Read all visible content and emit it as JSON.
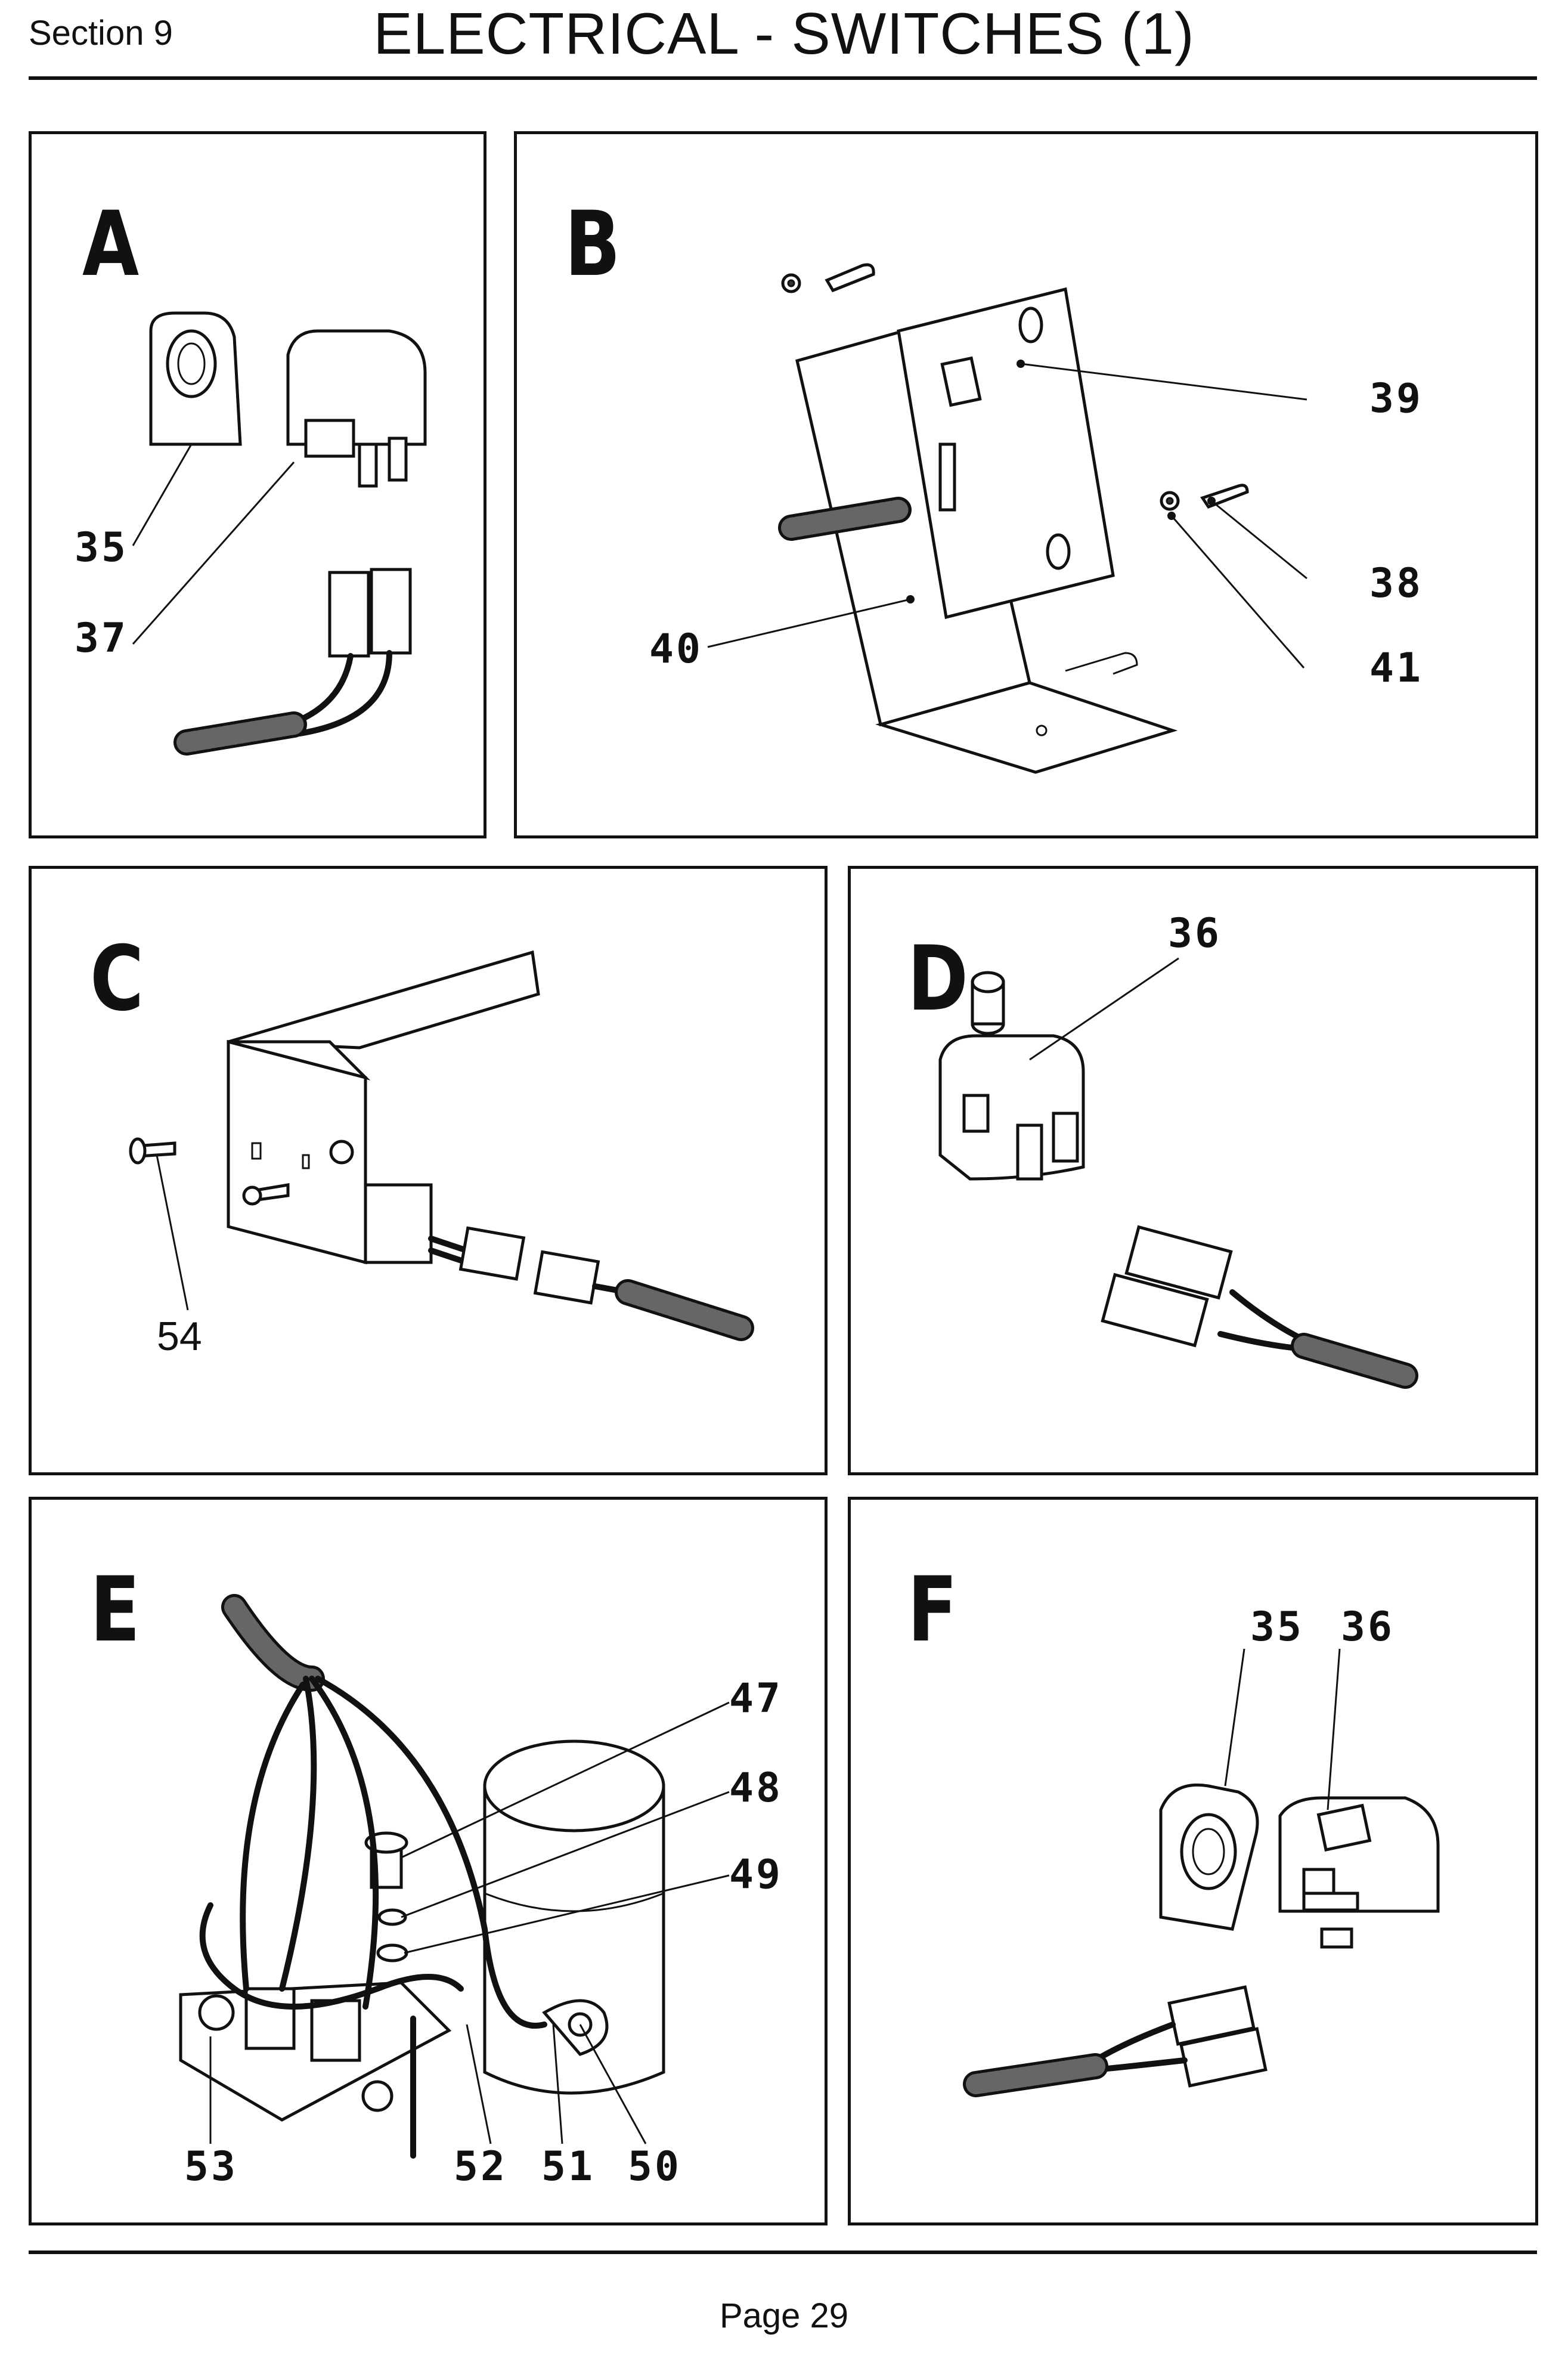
{
  "header": {
    "section": "Section 9",
    "title": "ELECTRICAL - SWITCHES (1)"
  },
  "panels": {
    "a": {
      "label": "A",
      "callouts": [
        "35",
        "37"
      ]
    },
    "b": {
      "label": "B",
      "callouts": [
        "39",
        "38",
        "40",
        "41"
      ]
    },
    "c": {
      "label": "C",
      "callouts": [
        "54"
      ]
    },
    "d": {
      "label": "D",
      "callouts": [
        "36"
      ]
    },
    "e": {
      "label": "E",
      "callouts": [
        "47",
        "48",
        "49",
        "53",
        "52",
        "51",
        "50"
      ]
    },
    "f": {
      "label": "F",
      "callouts": [
        "35",
        "36"
      ]
    }
  },
  "footer": {
    "page": "Page 29"
  }
}
